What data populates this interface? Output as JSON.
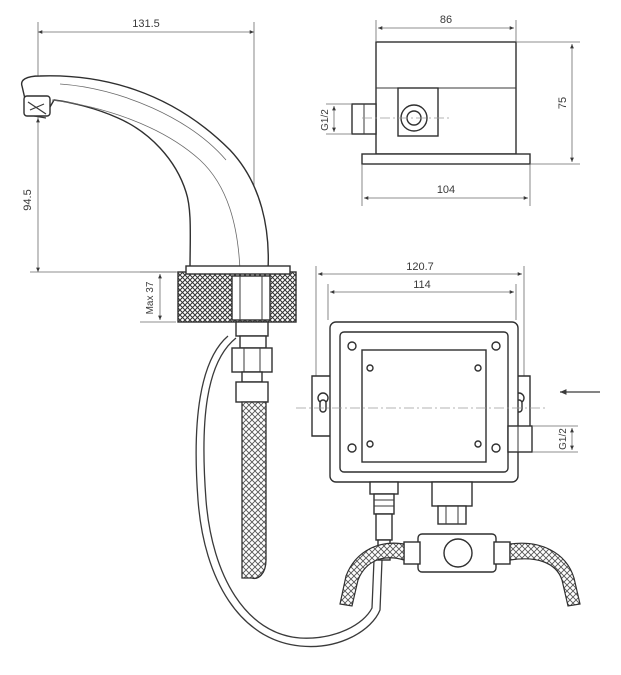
{
  "dimensions": {
    "faucet_reach": "131.5",
    "faucet_height": "94.5",
    "deck_thickness": "Max 37",
    "box_top_width": "86",
    "box_height": "75",
    "box_base_width": "104",
    "box_side_thread": "G1/2",
    "control_outer_width": "120.7",
    "control_inner_width": "114",
    "control_thread": "G1/2"
  },
  "icons": {
    "flow_arrow": "arrow-left-icon"
  }
}
